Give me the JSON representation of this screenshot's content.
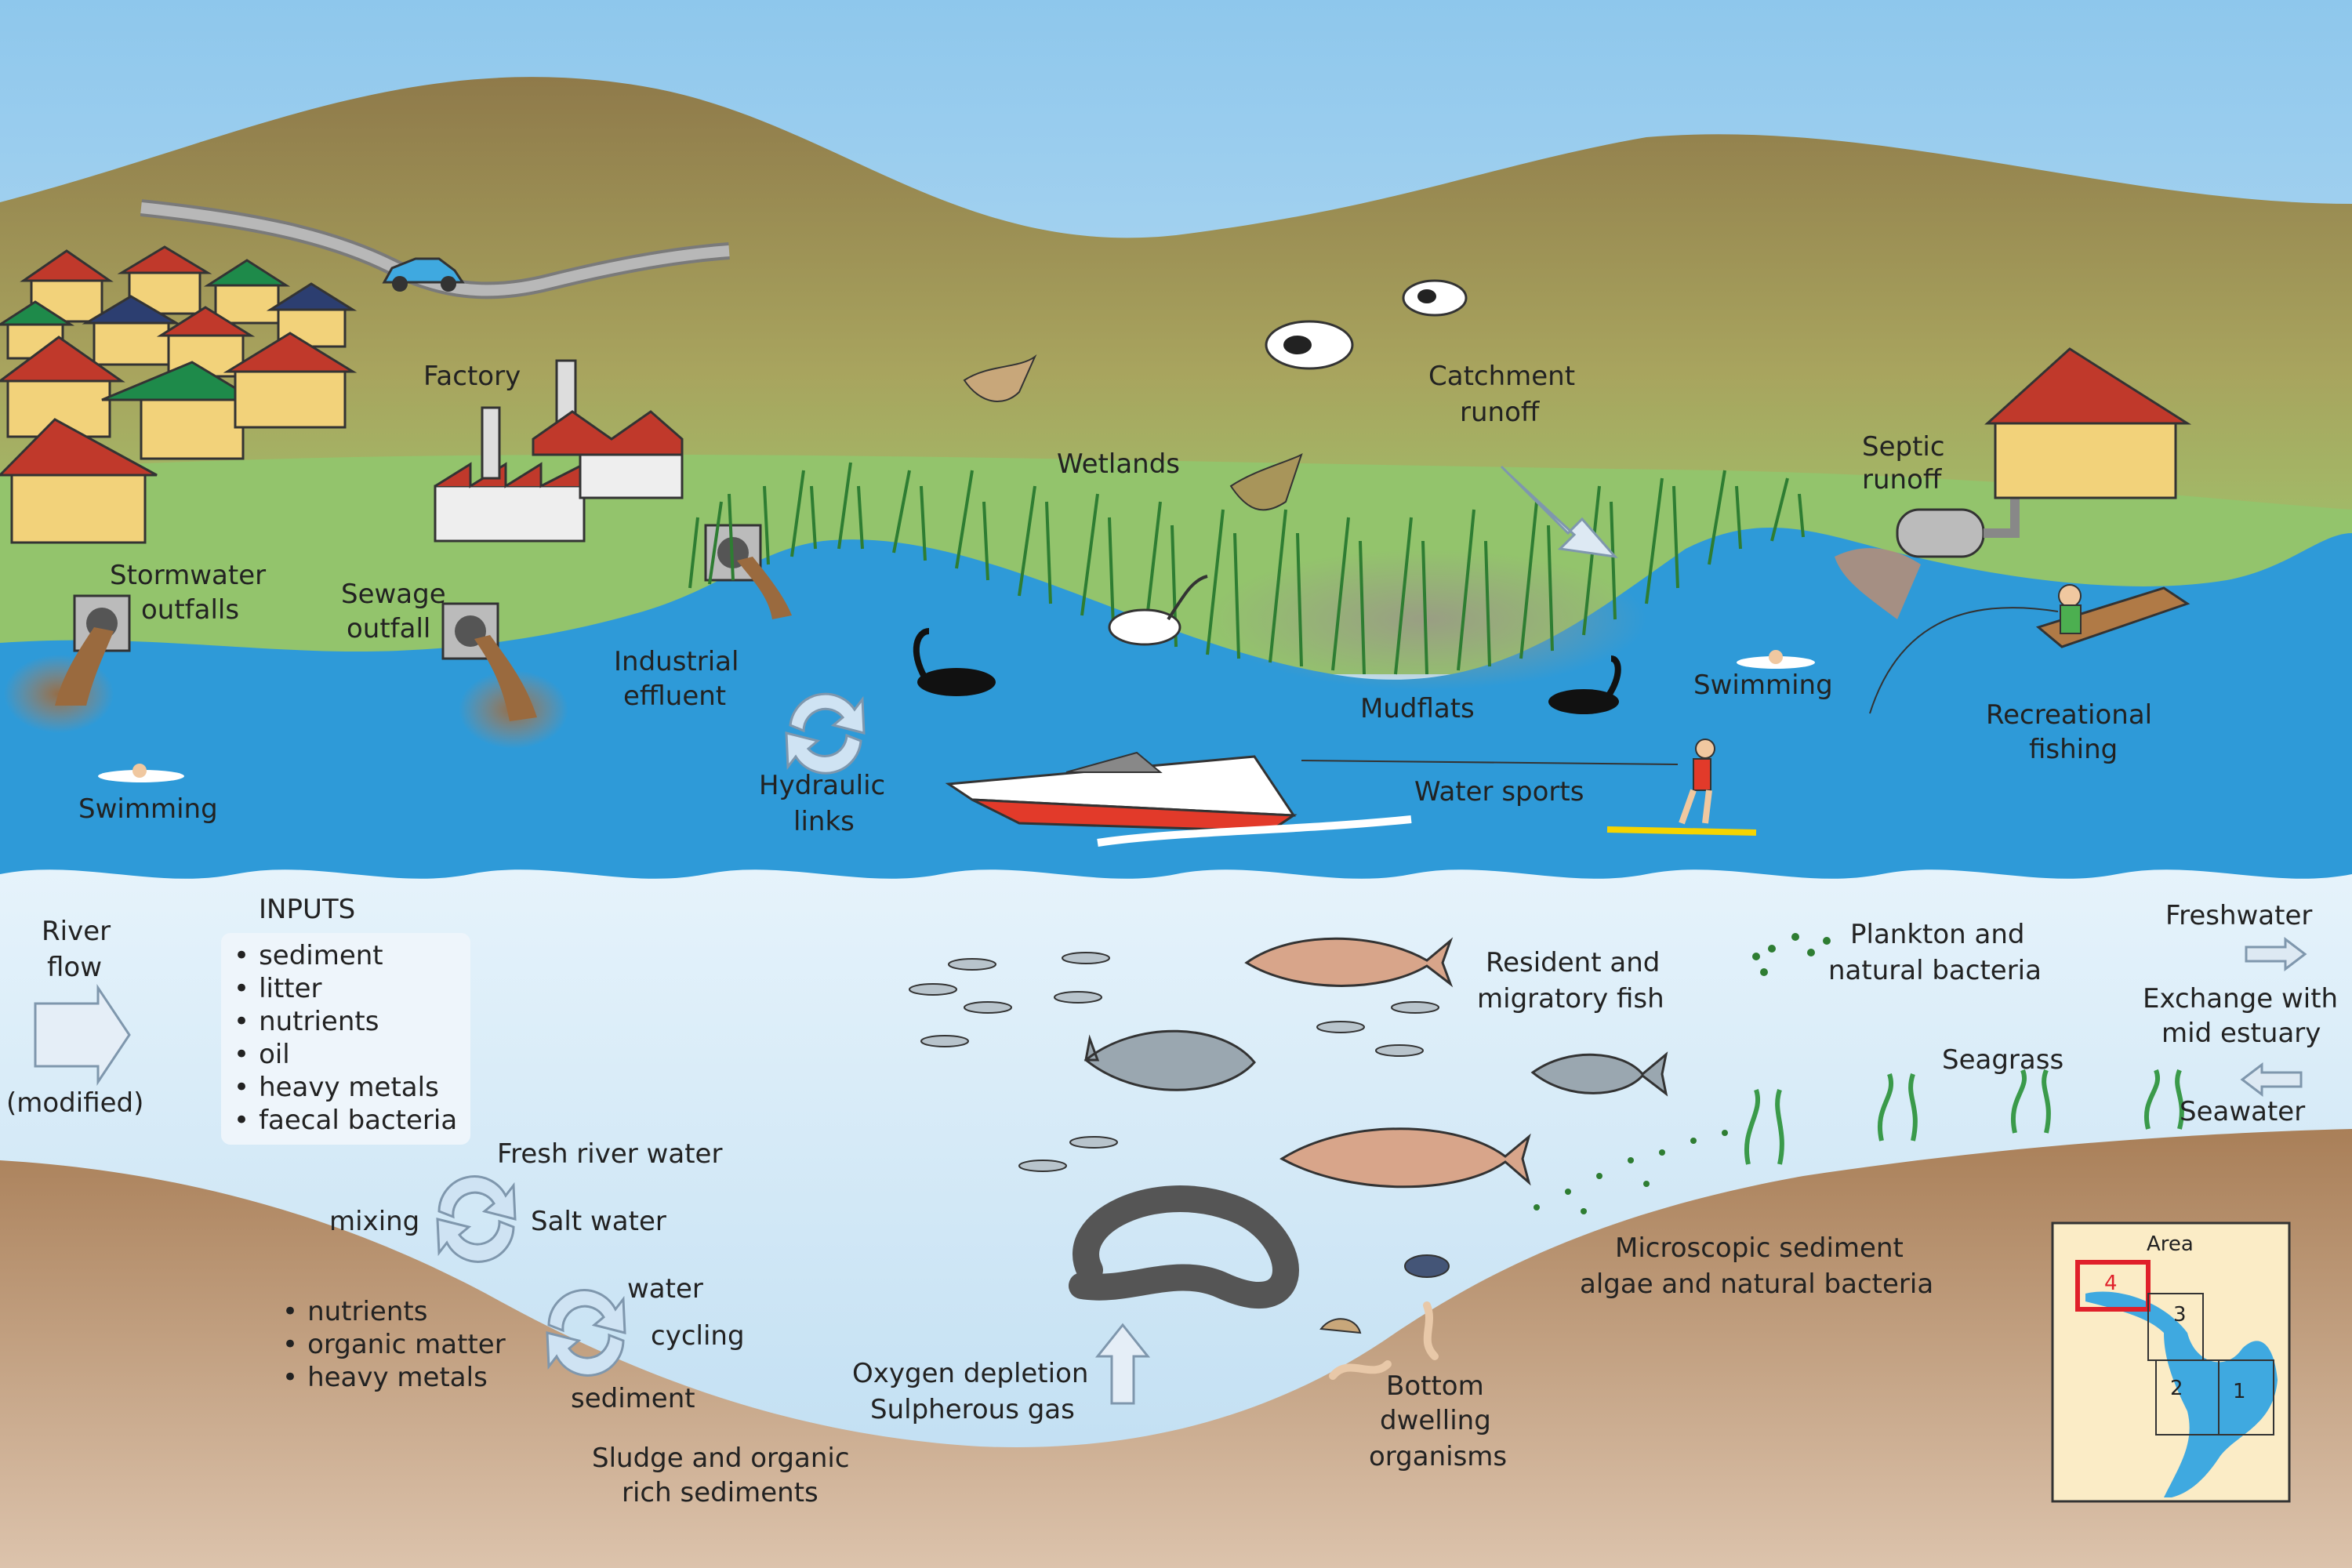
{
  "labels": {
    "factory": "Factory",
    "stormwater": [
      "Stormwater",
      "outfalls"
    ],
    "sewage": [
      "Sewage",
      "outfall"
    ],
    "industrial": [
      "Industrial",
      "effluent"
    ],
    "wetlands": "Wetlands",
    "catchment": [
      "Catchment",
      "runoff"
    ],
    "septic": [
      "Septic",
      "runoff"
    ],
    "swimming_left": "Swimming",
    "swimming_right": "Swimming",
    "hydraulic": [
      "Hydraulic",
      "links"
    ],
    "mudflats": "Mudflats",
    "water_sports": "Water sports",
    "recreational": [
      "Recreational",
      "fishing"
    ],
    "river_flow": [
      "River",
      "flow"
    ],
    "modified": "(modified)",
    "fish": [
      "Resident and",
      "migratory fish"
    ],
    "plankton": [
      "Plankton and",
      "natural bacteria"
    ],
    "freshwater": "Freshwater",
    "exchange": [
      "Exchange with",
      "mid estuary"
    ],
    "seawater": "Seawater",
    "seagrass": "Seagrass",
    "fresh_river_water": "Fresh river water",
    "mixing": "mixing",
    "salt_water": "Salt water",
    "water_cycling": [
      "water",
      "cycling"
    ],
    "sediment": "sediment",
    "oxygen": [
      "Oxygen depletion",
      "Sulpherous gas"
    ],
    "sludge": [
      "Sludge and organic",
      "rich sediments"
    ],
    "bottom": [
      "Bottom",
      "dwelling",
      "organisms"
    ],
    "microscopic": [
      "Microscopic sediment",
      "algae and natural bacteria"
    ]
  },
  "inputs": {
    "title": "INPUTS",
    "items": [
      "sediment",
      "litter",
      "nutrients",
      "oil",
      "heavy metals",
      "faecal bacteria"
    ]
  },
  "sediment_list": [
    "nutrients",
    "organic matter",
    "heavy metals"
  ],
  "inset_map": {
    "title": "Area",
    "zones": [
      "4",
      "3",
      "2",
      "1"
    ],
    "highlight_zone": "4"
  },
  "colors": {
    "sky": "#9fd0ee",
    "hill": "#a0955a",
    "grass": "#93c46c",
    "river": "#2e9ad8",
    "water_column": "#cde7f6",
    "sediment": "#b58c66",
    "highlight": "#e0202a"
  }
}
